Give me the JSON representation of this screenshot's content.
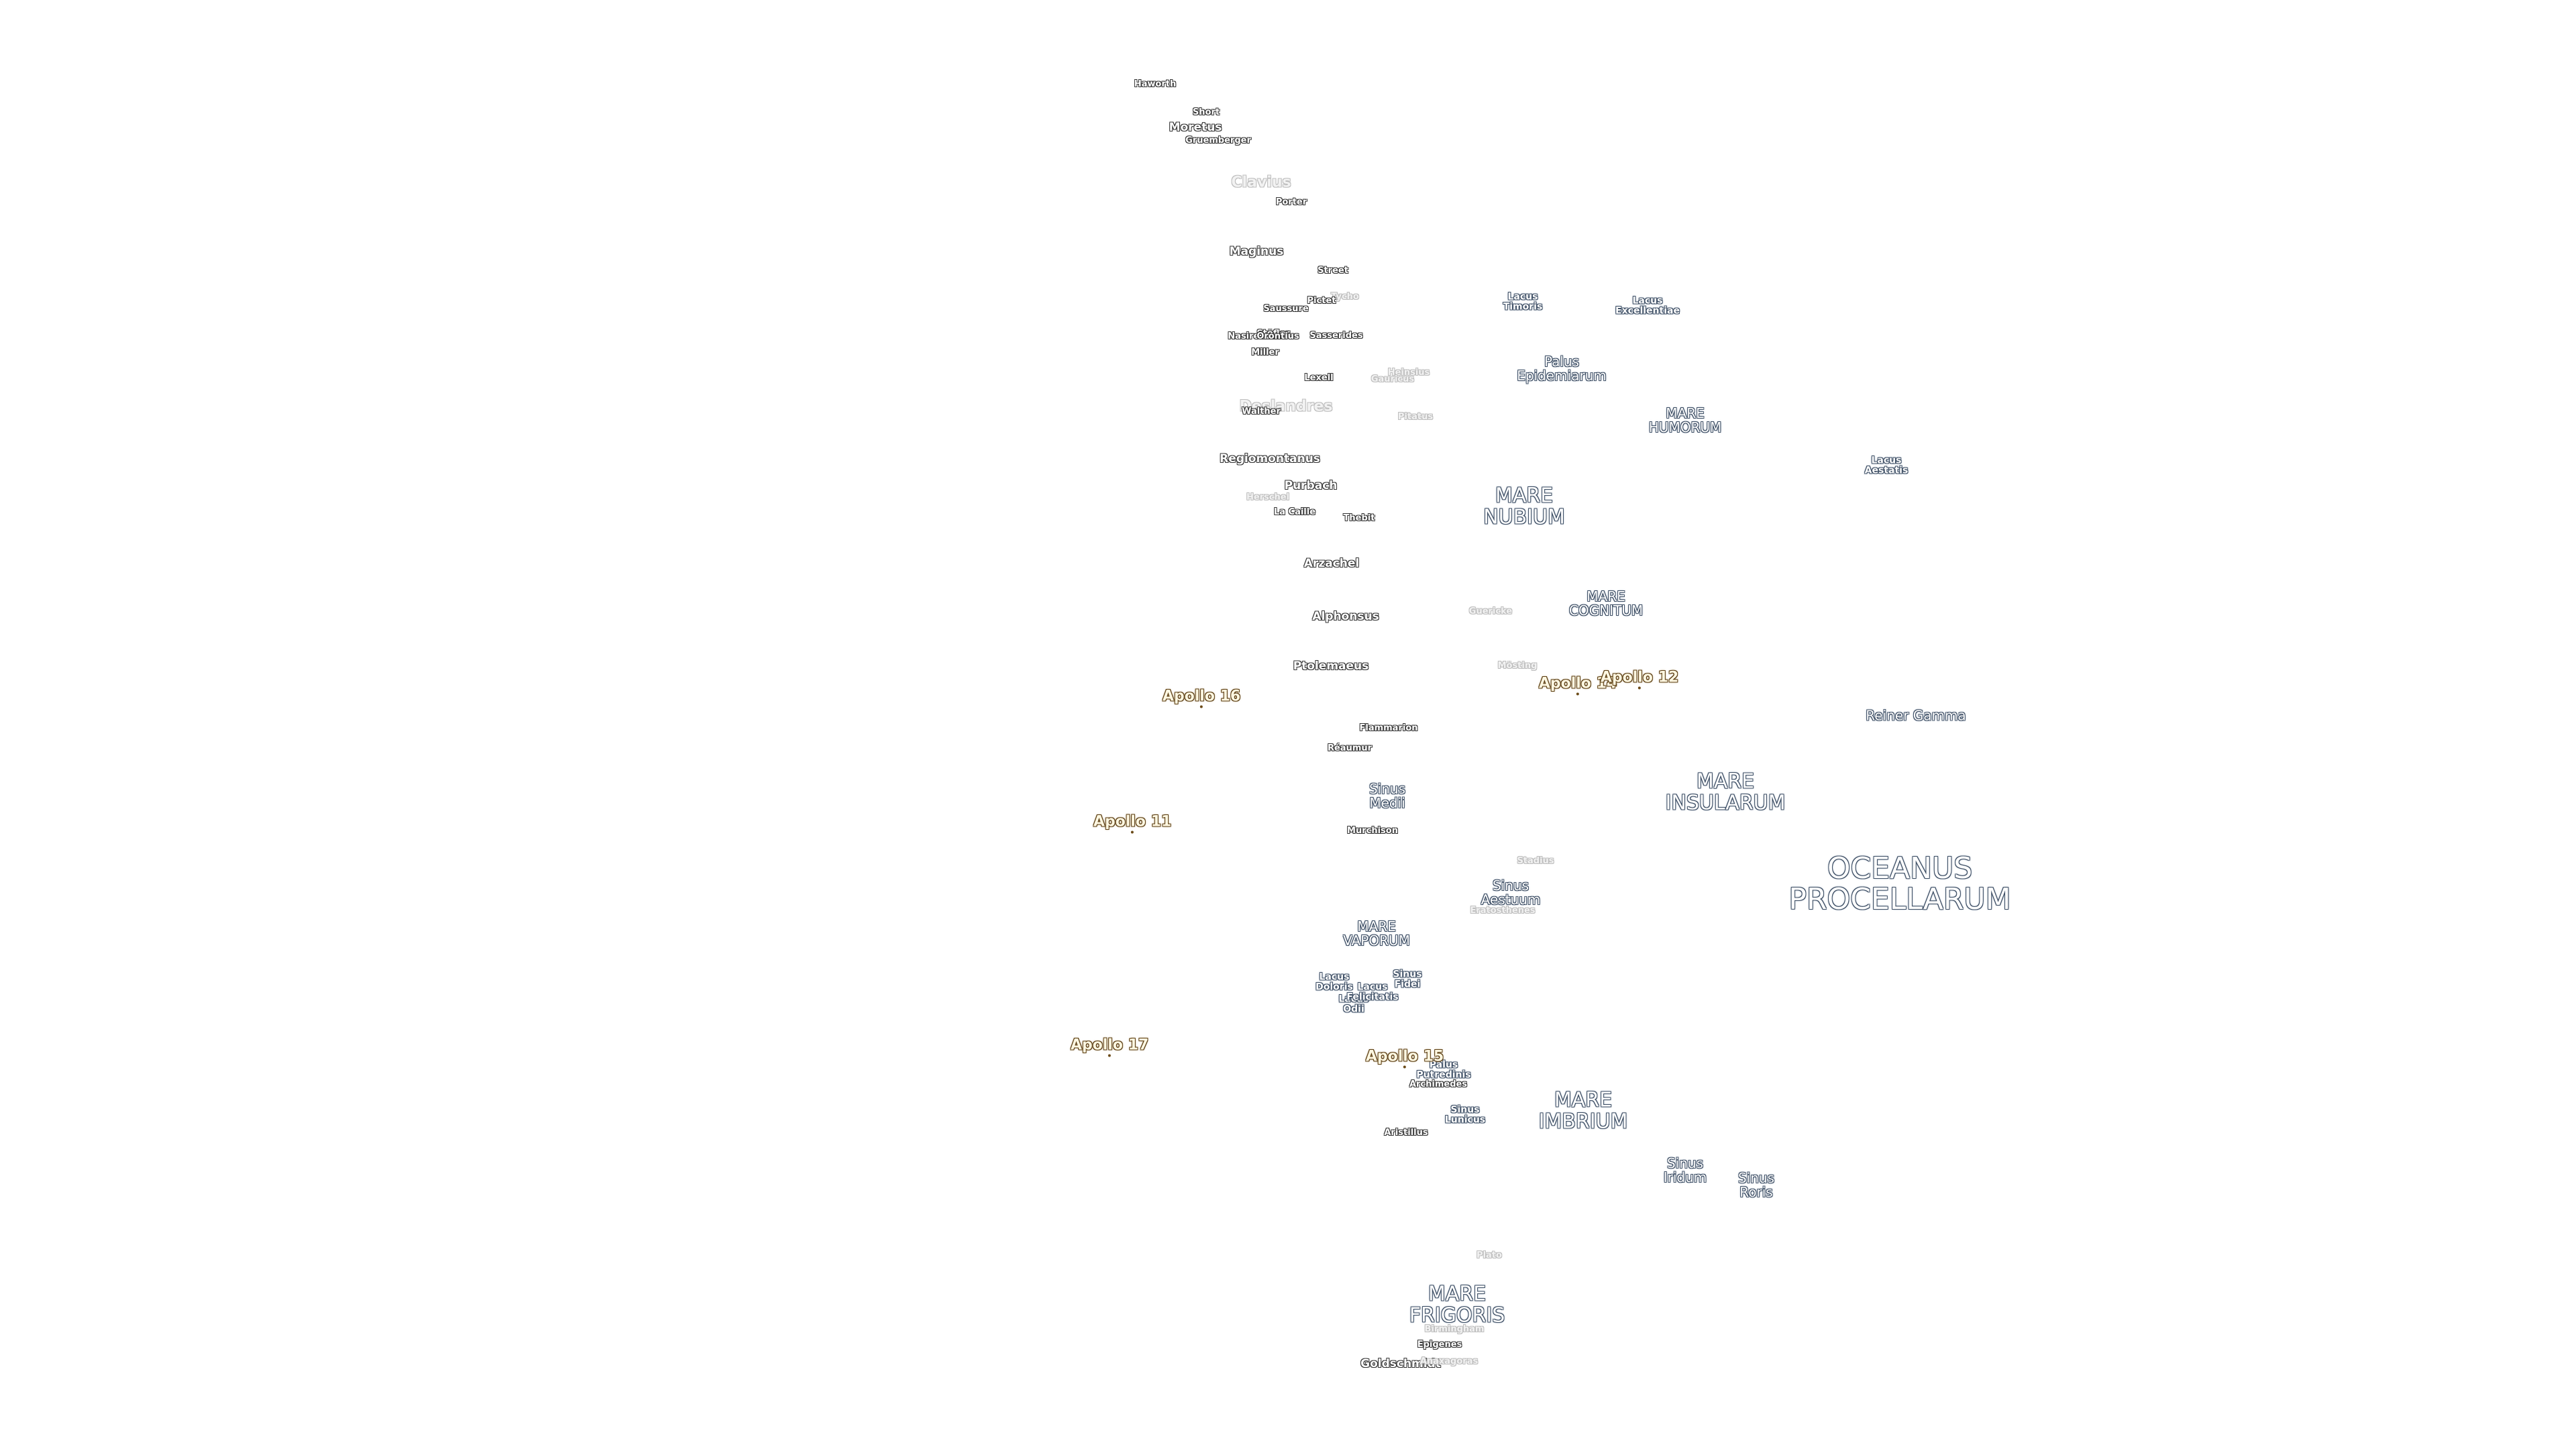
{
  "map": {
    "craters": [
      {
        "label": "Haworth"
      },
      {
        "label": "Short"
      },
      {
        "label": "Moretus"
      },
      {
        "label": "Gruemberger"
      },
      {
        "label": "Clavius"
      },
      {
        "label": "Porter"
      },
      {
        "label": "Maginus"
      },
      {
        "label": "Street"
      },
      {
        "label": "Tycho"
      },
      {
        "label": "Pictet"
      },
      {
        "label": "Saussure"
      },
      {
        "label": "Nasireddin"
      },
      {
        "label": "Stöfler"
      },
      {
        "label": "Orontius"
      },
      {
        "label": "Sasserides"
      },
      {
        "label": "Miller"
      },
      {
        "label": "Lexell"
      },
      {
        "label": "Heinsius"
      },
      {
        "label": "Gauricus"
      },
      {
        "label": "Deslandres"
      },
      {
        "label": "Walther"
      },
      {
        "label": "Pitatus"
      },
      {
        "label": "Regiomontanus"
      },
      {
        "label": "Purbach"
      },
      {
        "label": "La Caille"
      },
      {
        "label": "Thebit"
      },
      {
        "label": "Arzachel"
      },
      {
        "label": "Alphonsus"
      },
      {
        "label": "Guericke"
      },
      {
        "label": "Ptolemaeus"
      },
      {
        "label": "Flammarion"
      },
      {
        "label": "Réaumur"
      },
      {
        "label": "Herschel"
      },
      {
        "label": "Mösting"
      },
      {
        "label": "Murchison"
      },
      {
        "label": "Stadius"
      },
      {
        "label": "Eratosthenes"
      },
      {
        "label": "Archimedes"
      },
      {
        "label": "Aristillus"
      },
      {
        "label": "Plato"
      },
      {
        "label": "Birmingham"
      },
      {
        "label": "Epigenes"
      },
      {
        "label": "Goldschmidt"
      },
      {
        "label": "Anaxagoras"
      }
    ],
    "maria": [
      {
        "label": "Lacus\nTimoris"
      },
      {
        "label": "Lacus\nExcellentiae"
      },
      {
        "label": "Palus\nEpidemiarum"
      },
      {
        "label": "MARE\nHUMORUM"
      },
      {
        "label": "Lacus\nAestatis"
      },
      {
        "label": "MARE\nNUBIUM"
      },
      {
        "label": "MARE\nCOGNITUM"
      },
      {
        "label": "Reiner Gamma"
      },
      {
        "label": "Sinus\nMedii"
      },
      {
        "label": "MARE\nINSULARUM"
      },
      {
        "label": "OCEANUS\nPROCELLARUM"
      },
      {
        "label": "Sinus\nAestuum"
      },
      {
        "label": "MARE\nVAPORUM"
      },
      {
        "label": "Lacus\nOdii"
      },
      {
        "label": "Lacus\nFelicitatis"
      },
      {
        "label": "Sinus\nFidei"
      },
      {
        "label": "Lacus\nDoloris"
      },
      {
        "label": "Palus\nPutredinis"
      },
      {
        "label": "Sinus\nLunicus"
      },
      {
        "label": "MARE\nIMBRIUM"
      },
      {
        "label": "Sinus\nIridum"
      },
      {
        "label": "Sinus\nRoris"
      },
      {
        "label": "MARE\nFRIGORIS"
      }
    ],
    "apollo_sites": [
      {
        "label": "Apollo 16"
      },
      {
        "label": "Apollo 14"
      },
      {
        "label": "Apollo 12"
      },
      {
        "label": "Apollo 11"
      },
      {
        "label": "Apollo 17"
      },
      {
        "label": "Apollo 15"
      }
    ]
  }
}
